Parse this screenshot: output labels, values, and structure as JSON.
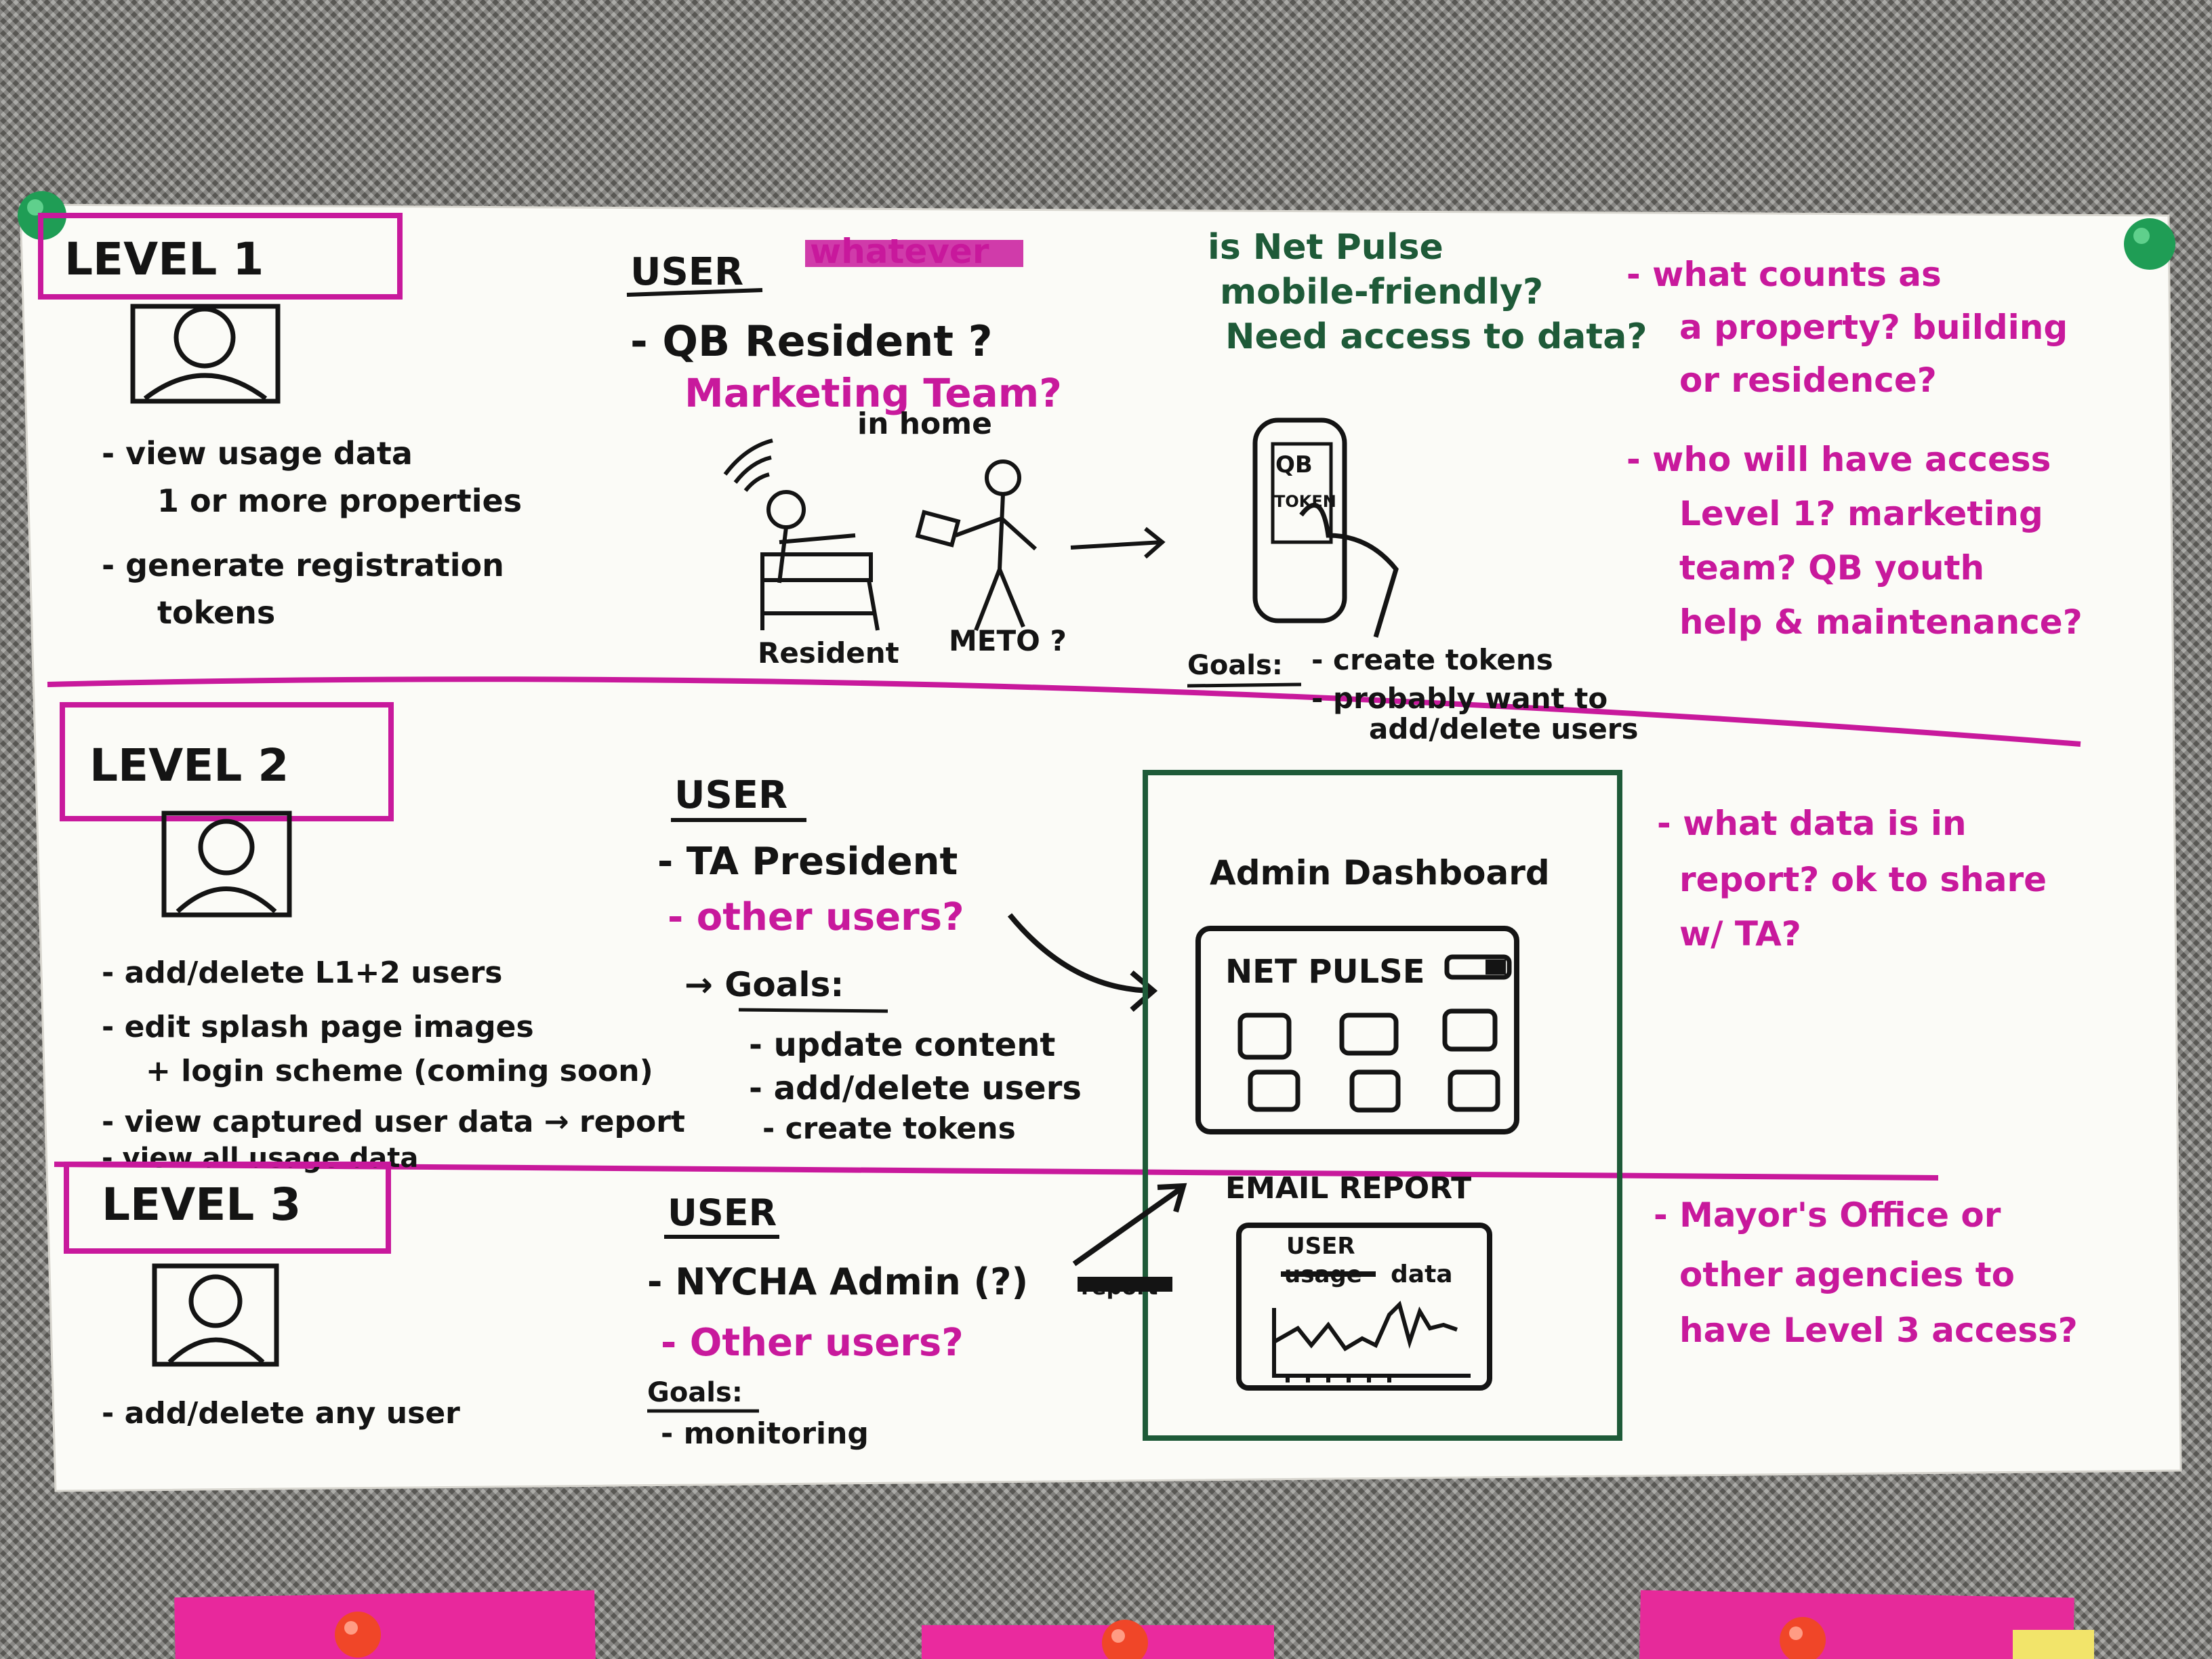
{
  "colors": {
    "paper": "#fbfbf7",
    "ink_black": "#141414",
    "ink_magenta": "#c8199c",
    "ink_green": "#1e5a38",
    "pin_green": "#1f9d55",
    "pin_red": "#f04628",
    "sticky_pink": "#e8289c",
    "fabric": "#7d7b76"
  },
  "icons": [
    "user-avatar-icon",
    "wifi-icon",
    "smartphone-icon",
    "arrow-icon",
    "push-pin-icon"
  ],
  "level1": {
    "title": "LEVEL 1",
    "bullets": [
      "- view usage data",
      "1 or more properties",
      "- generate registration",
      "tokens"
    ],
    "user_heading": "USER",
    "struck_word": "whatever",
    "users": [
      "- QB Resident ?"
    ],
    "other_users": "Marketing Team?",
    "at_home": "in home",
    "resident_label": "Resident",
    "helper_label": "METO ?",
    "phone_text": [
      "QB",
      "TOKEN"
    ],
    "goals_label": "Goals:",
    "goals": [
      "- create tokens",
      "- probably want to",
      "add/delete users"
    ],
    "green_questions": [
      "is Net Pulse",
      "mobile-friendly?",
      "Need access to data?"
    ],
    "magenta_questions": [
      "- what counts as",
      "a property? building",
      "or residence?",
      "- who will have access",
      "Level 1? marketing",
      "team? QB youth",
      "help & maintenance?"
    ]
  },
  "level2": {
    "title": "LEVEL 2",
    "bullets": [
      "- add/delete L1+2 users",
      "- edit splash page images",
      "+ login scheme (coming soon)",
      "- view captured user data → report",
      "- view all usage data"
    ],
    "user_heading": "USER",
    "users": [
      "- TA President"
    ],
    "other_users": "- other users?",
    "goals_label": "→ Goals:",
    "goals": [
      "- update content",
      "- add/delete users",
      "- create tokens"
    ],
    "dashboard_title": "Admin Dashboard",
    "dashboard_brand": "NET PULSE",
    "magenta_questions": [
      "- what data is in",
      "report? ok to share",
      "w/ TA?"
    ]
  },
  "level3": {
    "title": "LEVEL 3",
    "bullets": [
      "- add/delete any user"
    ],
    "user_heading": "USER",
    "users": [
      "- NYCHA Admin (?)"
    ],
    "struck_word": "report",
    "other_users": "- Other users?",
    "goals_label": "Goals:",
    "goals": [
      "- monitoring"
    ],
    "report_title": "EMAIL REPORT",
    "report_label_top": "USER",
    "report_label_struck": "usage",
    "report_label_data": "data",
    "magenta_questions": [
      "- Mayor's Office or",
      "other agencies to",
      "have Level 3 access?"
    ]
  }
}
